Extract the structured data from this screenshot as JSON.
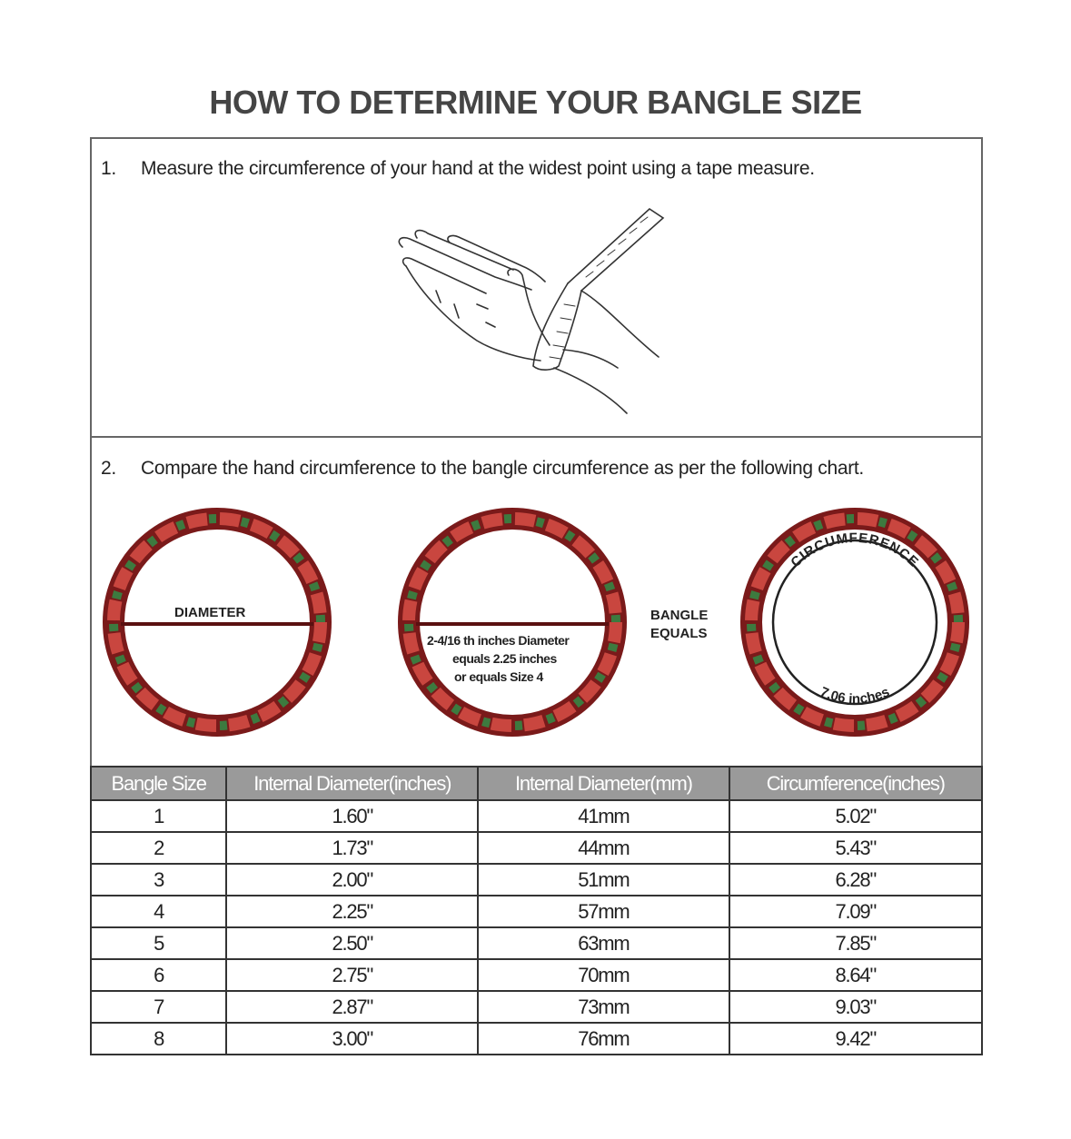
{
  "title": "HOW TO DETERMINE YOUR BANGLE SIZE",
  "steps": [
    {
      "number": "1.",
      "text": "Measure the circumference of your hand at the widest point using a tape measure."
    },
    {
      "number": "2.",
      "text": "Compare the hand circumference to the bangle circumference as per the following chart."
    }
  ],
  "illustration": {
    "name": "hand-with-tape-measure"
  },
  "diagrams": {
    "diameter_label": "DIAMETER",
    "example_line1": "2-4/16 th inches Diameter",
    "example_line2": "equals 2.25 inches",
    "example_line3": "or equals Size 4",
    "equals_line1": "BANGLE",
    "equals_line2": "EQUALS",
    "circumference_label": "CIRCUMFERENCE",
    "circumference_value": "7.06 inches"
  },
  "colors": {
    "bangle_dark": "#7a1a1a",
    "bangle_red": "#c9463f",
    "bangle_green": "#3d7a3f",
    "header_bg": "#9a9a9a"
  },
  "table": {
    "headers": [
      "Bangle Size",
      "Internal Diameter(inches)",
      "Internal Diameter(mm)",
      "Circumference(inches)"
    ],
    "rows": [
      [
        "1",
        "1.60\"",
        "41mm",
        "5.02\""
      ],
      [
        "2",
        "1.73\"",
        "44mm",
        "5.43\""
      ],
      [
        "3",
        "2.00\"",
        "51mm",
        "6.28\""
      ],
      [
        "4",
        "2.25\"",
        "57mm",
        "7.09\""
      ],
      [
        "5",
        "2.50\"",
        "63mm",
        "7.85\""
      ],
      [
        "6",
        "2.75\"",
        "70mm",
        "8.64\""
      ],
      [
        "7",
        "2.87\"",
        "73mm",
        "9.03\""
      ],
      [
        "8",
        "3.00\"",
        "76mm",
        "9.42\""
      ]
    ]
  }
}
